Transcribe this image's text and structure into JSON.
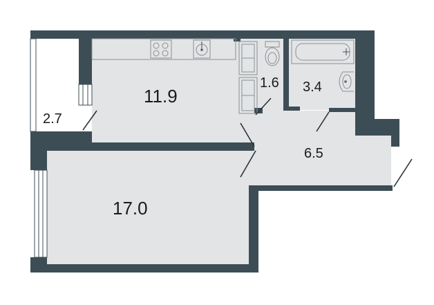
{
  "floor_plan": {
    "rooms": [
      {
        "id": "living-room",
        "area": "17.0"
      },
      {
        "id": "kitchen",
        "area": "11.9"
      },
      {
        "id": "hall",
        "area": "6.5"
      },
      {
        "id": "bathroom",
        "area": "3.4"
      },
      {
        "id": "loggia",
        "area": "2.7"
      },
      {
        "id": "toilet",
        "area": "1.6"
      }
    ]
  },
  "colors": {
    "wall": "#3d4d55",
    "floor": "#e3e4e6",
    "loggia_floor": "#ffffff",
    "fixture_stroke": "#8a8f93",
    "door_line": "#2b3338",
    "text": "#1a1a1a"
  },
  "icons": {
    "stove": "stove-icon",
    "sink": "sink-icon",
    "toilet": "toilet-icon",
    "bathtub": "bathtub-icon",
    "washbasin": "washbasin-icon",
    "cabinets": "cabinet-icon"
  }
}
